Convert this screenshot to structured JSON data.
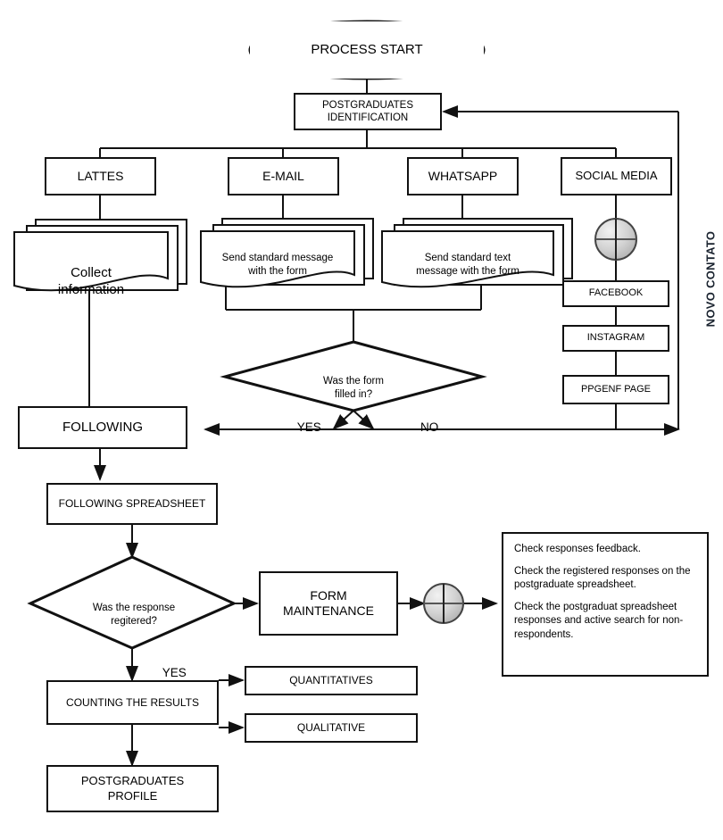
{
  "diagram": {
    "title_nodes": {
      "process_start": "PROCESS START",
      "postgraduates_identification": "POSTGRADUATES\nIDENTIFICATION",
      "lattes": "LATTES",
      "email": "E-MAIL",
      "whatsapp": "WHATSAPP",
      "social_media": "SOCIAL MEDIA",
      "collect_information": "Collect\ninformation",
      "send_standard_message": "Send standard message\nwith the form",
      "send_standard_text": "Send standard text\nmessage with the form",
      "facebook": "FACEBOOK",
      "instagram": "INSTAGRAM",
      "ppgenf_page": "PPGENF PAGE",
      "decision_form": "Was the form\nfilled in?",
      "following": "FOLLOWING",
      "following_spreadsheet": "FOLLOWING SPREADSHEET",
      "decision_response": "Was the response\nregitered?",
      "form_maintenance": "FORM\nMAINTENANCE",
      "counting_results": "COUNTING THE RESULTS",
      "quantitatives": "QUANTITATIVES",
      "qualitative": "QUALITATIVE",
      "postgraduates_profile": "POSTGRADUATES\nPROFILE"
    },
    "edge_labels": {
      "yes_form": "YES",
      "no_form": "NO",
      "yes_response": "YES",
      "novo_contato": "NOVO CONTATO"
    },
    "notes_box": {
      "line1": "Check responses feedback.",
      "line2": "Check the registered responses on the postgraduate spreadsheet.",
      "line3": "Check the postgraduat spreadsheet responses and active search for non-respondents."
    },
    "icons": {
      "junction_social": "circle-cross-junction-icon",
      "junction_form": "circle-cross-junction-icon"
    },
    "colors": {
      "stroke": "#111111",
      "fill": "#ffffff",
      "junction_fill": "#c9c9c9",
      "background": "#ffffff"
    }
  }
}
